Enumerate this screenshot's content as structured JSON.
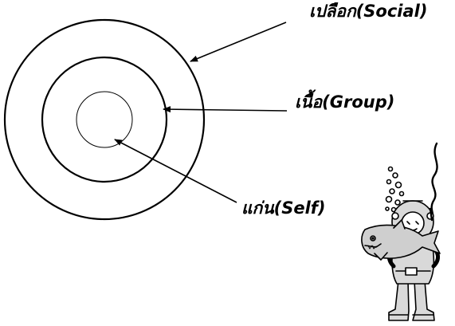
{
  "labels": {
    "social": "เปลือก(Social)",
    "group": "เนื้อ(Group)",
    "self": "แก่น(Self)"
  },
  "colors": {
    "stroke": "#000000",
    "background": "#ffffff",
    "diver_suit": "#d9d9d9",
    "fish": "#cfcfcf"
  },
  "icons": {
    "illustration": "scuba-diver-holding-fish-icon"
  }
}
